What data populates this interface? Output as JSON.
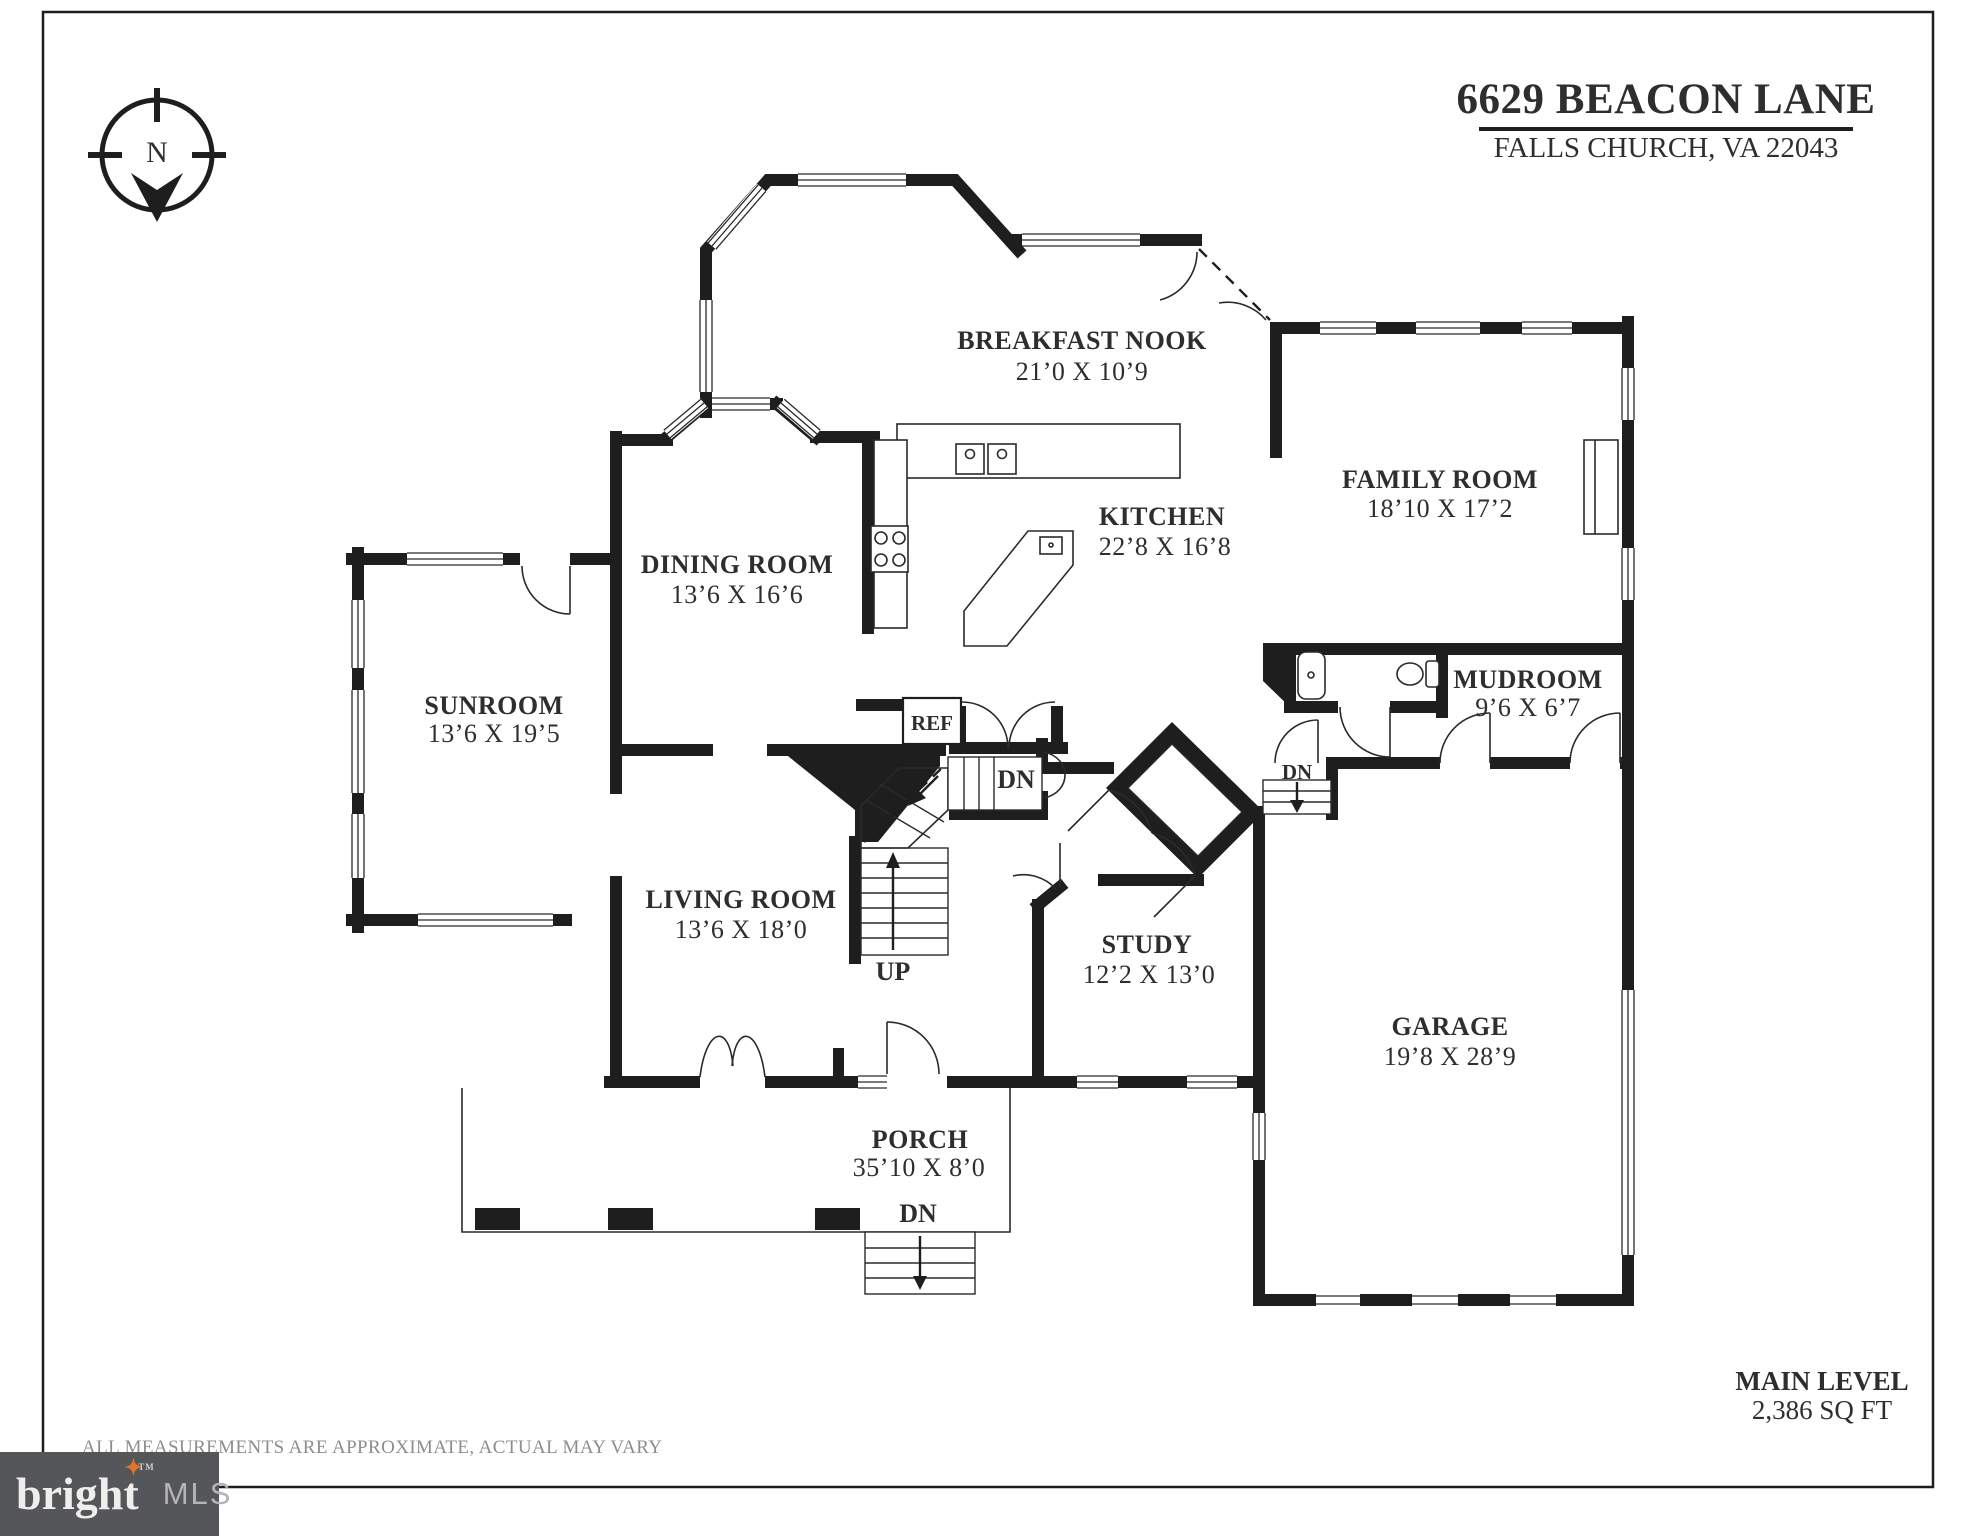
{
  "header": {
    "address": "6629 BEACON LANE",
    "city_state_zip": "FALLS CHURCH, VA 22043"
  },
  "compass": {
    "label": "N"
  },
  "rooms": [
    {
      "name": "BREAKFAST NOOK",
      "dims": "21’0 X 10’9"
    },
    {
      "name": "FAMILY ROOM",
      "dims": "18’10 X 17’2"
    },
    {
      "name": "DINING ROOM",
      "dims": "13’6 X 16’6"
    },
    {
      "name": "KITCHEN",
      "dims": "22’8 X 16’8"
    },
    {
      "name": "SUNROOM",
      "dims": "13’6 X 19’5"
    },
    {
      "name": "MUDROOM",
      "dims": "9’6 X 6’7"
    },
    {
      "name": "LIVING ROOM",
      "dims": "13’6 X 18’0"
    },
    {
      "name": "STUDY",
      "dims": "12’2 X 13’0"
    },
    {
      "name": "GARAGE",
      "dims": "19’8 X 28’9"
    },
    {
      "name": "PORCH",
      "dims": "35’10 X 8’0"
    }
  ],
  "annotations": {
    "ref": "REF",
    "up": "UP",
    "dn_stairs": "DN",
    "dn_garage": "DN",
    "dn_porch": "DN"
  },
  "footer": {
    "level": "MAIN LEVEL",
    "area": "2,386 SQ FT",
    "disclaimer": "ALL MEASUREMENTS ARE APPROXIMATE, ACTUAL MAY VARY"
  },
  "logo": {
    "brand": "bright",
    "suffix": "MLS",
    "tm": "TM",
    "star": "✦"
  },
  "colors": {
    "wall": "#1e1e1e",
    "text": "#2e2e2e",
    "disclaimer_text": "#8d8d8d",
    "logo_bg": "#55565a",
    "logo_star": "#e4742c",
    "logo_brand": "#efeeec",
    "logo_mls": "#b3b4b3"
  }
}
